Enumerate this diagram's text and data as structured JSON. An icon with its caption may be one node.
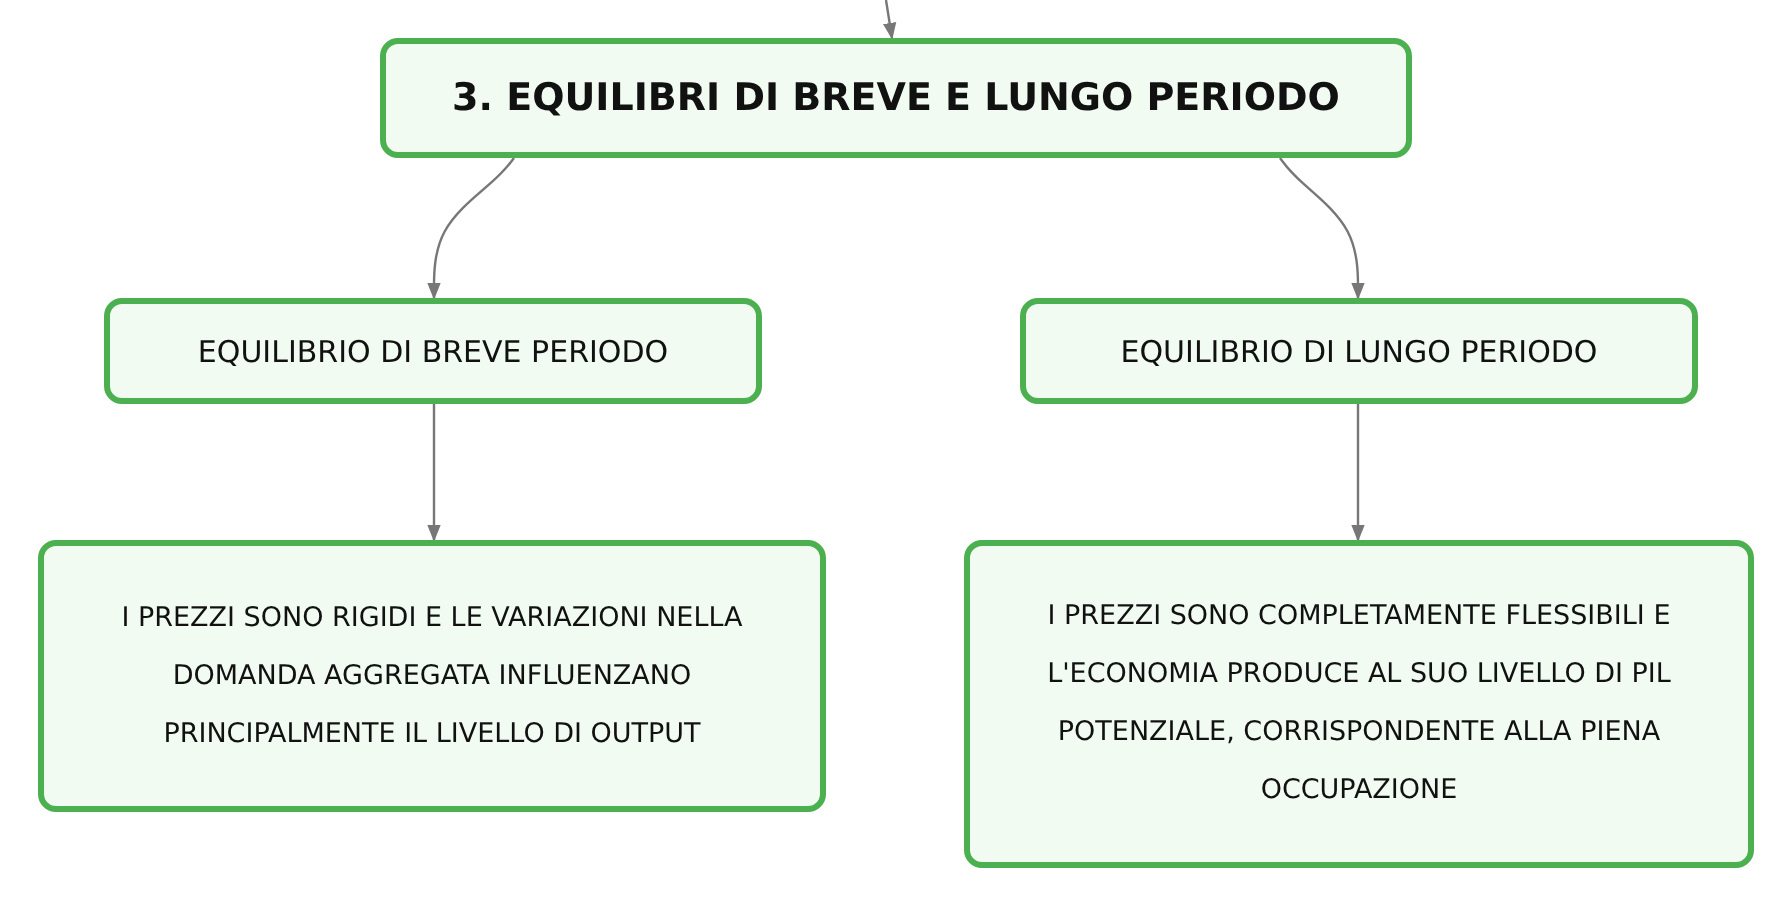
{
  "diagram": {
    "nodes": [
      {
        "text": [
          "3. EQUILIBRI DI BREVE E LUNGO PERIODO"
        ]
      },
      {
        "text": [
          "EQUILIBRIO DI BREVE PERIODO"
        ]
      },
      {
        "text": [
          "EQUILIBRIO DI LUNGO PERIODO"
        ]
      },
      {
        "text": [
          "I PREZZI SONO RIGIDI E LE VARIAZIONI NELLA DOMANDA AGGREGATA INFLUENZANO PRINCIPALMENTE IL LIVELLO DI OUTPUT"
        ]
      },
      {
        "text": [
          "I PREZZI SONO COMPLETAMENTE FLESSIBILI E L'ECONOMIA PRODUCE AL SUO LIVELLO DI PIL POTENZIALE, CORRISPONDENTE ALLA PIENA OCCUPAZIONE"
        ]
      }
    ],
    "edges": [
      {
        "from": null,
        "to": 0,
        "arrow": "to"
      },
      {
        "from": 0,
        "to": 1,
        "arrow": "to"
      },
      {
        "from": 0,
        "to": 2,
        "arrow": "to"
      },
      {
        "from": 1,
        "to": 3,
        "arrow": "to"
      },
      {
        "from": 2,
        "to": 4,
        "arrow": "to"
      }
    ]
  }
}
